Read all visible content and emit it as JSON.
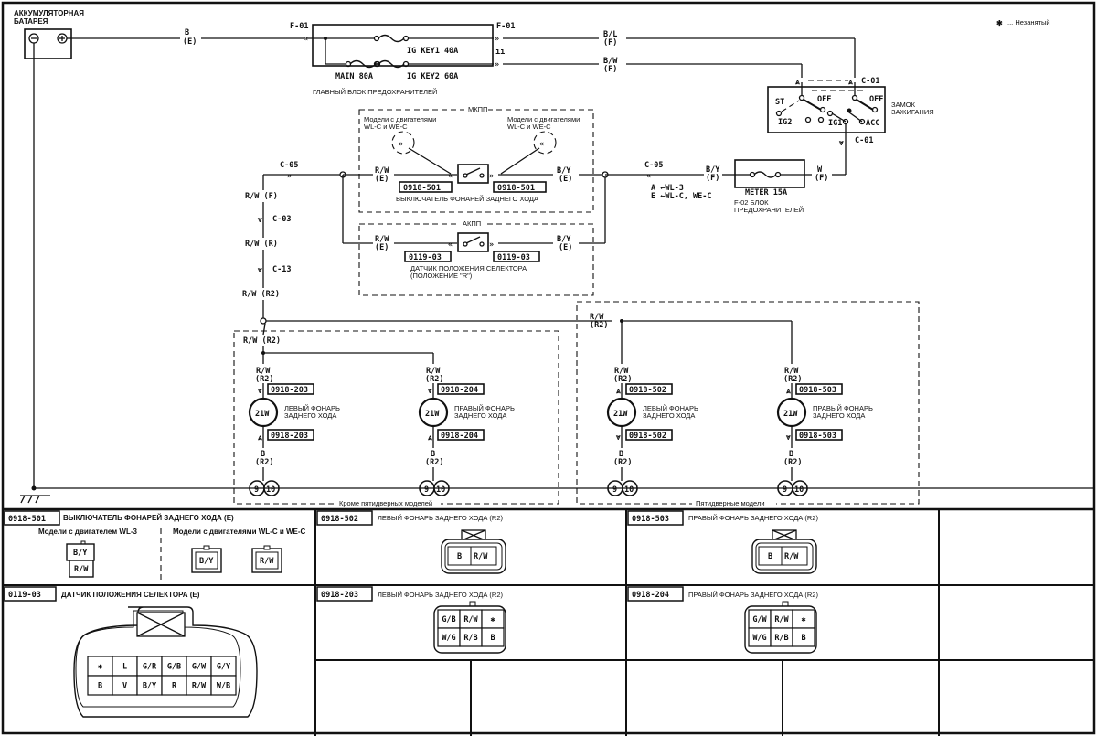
{
  "legend": {
    "symbol": "✱",
    "text": "... Незанятый"
  },
  "battery": {
    "label_line1": "АККУМУЛЯТОРНАЯ",
    "label_line2": "БАТАРЕЯ",
    "minus": "⊖",
    "plus": "⊕"
  },
  "wire_battery": {
    "color": "B",
    "code": "(E)"
  },
  "main_fuse_block": {
    "connector_in": "F-01",
    "connector_out": "F-01",
    "fuses": [
      "IG KEY1 40A",
      "MAIN 80A",
      "IG KEY2 60A"
    ],
    "label": "ГЛАВНЫЙ БЛОК ПРЕДОХРАНИТЕЛЕЙ"
  },
  "wires_top": [
    {
      "color": "B/L",
      "code": "(F)"
    },
    {
      "color": "B/W",
      "code": "(F)"
    }
  ],
  "ignition_switch": {
    "connector_top": "C-01",
    "connector_bottom": "C-01",
    "positions": [
      "ST",
      "OFF",
      "OFF",
      "IG2",
      "IG1",
      "ACC"
    ],
    "label_line1": "ЗАМОК",
    "label_line2": "ЗАЖИГАНИЯ"
  },
  "meter_fuse": {
    "fuse": "METER 15A",
    "label_line1": "F-02 БЛОК",
    "label_line2": "ПРЕДОХРАНИТЕЛЕЙ",
    "wire_in": {
      "color": "W",
      "code": "(F)"
    },
    "wire_out": {
      "color": "B/Y",
      "code": "(F)"
    }
  },
  "c05_right": {
    "connector": "C-05",
    "note1": "A ←WL-3",
    "note2": "E ←WL-C, WE-C"
  },
  "mkpp": {
    "title": "МКПП",
    "note_left": [
      "Модели с двигателями",
      "WL-C и WE-C"
    ],
    "note_right": [
      "Модели с двигателями",
      "WL-C и WE-C"
    ],
    "wire_left": {
      "color": "R/W",
      "code": "(E)"
    },
    "wire_right": {
      "color": "B/Y",
      "code": "(E)"
    },
    "conn_left": "0918-501",
    "conn_right": "0918-501",
    "label": "ВЫКЛЮЧАТЕЛЬ ФОНАРЕЙ ЗАДНЕГО ХОДА"
  },
  "akpp": {
    "title": "АКПП",
    "wire_left": {
      "color": "R/W",
      "code": "(E)"
    },
    "wire_right": {
      "color": "B/Y",
      "code": "(E)"
    },
    "conn_left": "0119-03",
    "conn_right": "0119-03",
    "label_line1": "ДАТЧИК ПОЛОЖЕНИЯ СЕЛЕКТОРА",
    "label_line2": "(ПОЛОЖЕНИЕ \"R\")"
  },
  "left_chain": {
    "c05": "C-05",
    "w1": "R/W (F)",
    "c03": "C-03",
    "w2": "R/W (R)",
    "c13": "C-13",
    "w3": "R/W (R2)"
  },
  "group_other": {
    "caption": "Кроме пятидверных моделей",
    "feed": "R/W (R2)",
    "lamps": [
      {
        "wire_top": "R/W",
        "code_top": "(R2)",
        "conn": "0918-203",
        "watt": "21W",
        "label1": "ЛЕВЫЙ ФОНАРЬ",
        "label2": "ЗАДНЕГО ХОДА",
        "wire_bot": "B",
        "code_bot": "(R2)",
        "ground": [
          "9",
          "10"
        ]
      },
      {
        "wire_top": "R/W",
        "code_top": "(R2)",
        "conn": "0918-204",
        "watt": "21W",
        "label1": "ПРАВЫЙ ФОНАРЬ",
        "label2": "ЗАДНЕГО ХОДА",
        "wire_bot": "B",
        "code_bot": "(R2)",
        "ground": [
          "9",
          "10"
        ]
      }
    ]
  },
  "group_5door": {
    "caption": "Пятидверные модели",
    "feed_color": "R/W",
    "feed_code": "(R2)",
    "lamps": [
      {
        "wire_top": "R/W",
        "code_top": "(R2)",
        "conn": "0918-502",
        "watt": "21W",
        "label1": "ЛЕВЫЙ ФОНАРЬ",
        "label2": "ЗАДНЕГО ХОДА",
        "wire_bot": "B",
        "code_bot": "(R2)",
        "ground": [
          "9",
          "10"
        ]
      },
      {
        "wire_top": "R/W",
        "code_top": "(R2)",
        "conn": "0918-503",
        "watt": "21W",
        "label1": "ПРАВЫЙ ФОНАРЬ",
        "label2": "ЗАДНЕГО ХОДА",
        "wire_bot": "B",
        "code_bot": "(R2)",
        "ground": [
          "9",
          "10"
        ]
      }
    ]
  },
  "connectors": {
    "c501": {
      "code": "0918-501",
      "title": "ВЫКЛЮЧАТЕЛЬ ФОНАРЕЙ ЗАДНЕГО ХОДА (E)",
      "sub_left": "Модели с двигателем WL-3",
      "sub_right": "Модели с двигателями WL-C и WE-C",
      "left_pins": [
        "B/Y",
        "R/W"
      ],
      "right_pins": [
        "B/Y",
        "R/W"
      ]
    },
    "c502": {
      "code": "0918-502",
      "title": "ЛЕВЫЙ ФОНАРЬ ЗАДНЕГО ХОДА (R2)",
      "pins": [
        "B",
        "R/W"
      ]
    },
    "c503": {
      "code": "0918-503",
      "title": "ПРАВЫЙ ФОНАРЬ ЗАДНЕГО ХОДА (R2)",
      "pins": [
        "B",
        "R/W"
      ]
    },
    "c0119": {
      "code": "0119-03",
      "title": "ДАТЧИК ПОЛОЖЕНИЯ СЕЛЕКТОРА (E)",
      "row1": [
        "✱",
        "L",
        "G/R",
        "G/B",
        "G/W",
        "G/Y"
      ],
      "row2": [
        "B",
        "V",
        "B/Y",
        "R",
        "R/W",
        "W/B"
      ]
    },
    "c203": {
      "code": "0918-203",
      "title": "ЛЕВЫЙ ФОНАРЬ ЗАДНЕГО ХОДА (R2)",
      "row1": [
        "G/B",
        "R/W",
        "✱"
      ],
      "row2": [
        "W/G",
        "R/B",
        "B"
      ]
    },
    "c204": {
      "code": "0918-204",
      "title": "ПРАВЫЙ ФОНАРЬ ЗАДНЕГО ХОДА (R2)",
      "row1": [
        "G/W",
        "R/W",
        "✱"
      ],
      "row2": [
        "W/G",
        "R/B",
        "B"
      ]
    }
  }
}
